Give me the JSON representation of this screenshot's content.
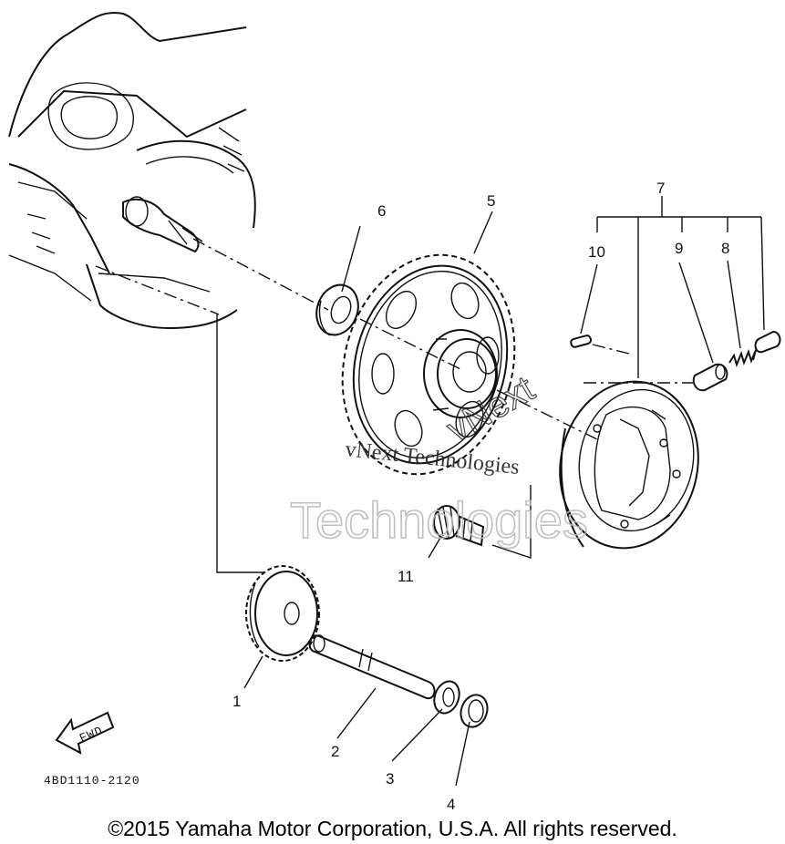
{
  "parts": [
    {
      "id": "1"
    },
    {
      "id": "2"
    },
    {
      "id": "3"
    },
    {
      "id": "4"
    },
    {
      "id": "5"
    },
    {
      "id": "6"
    },
    {
      "id": "7"
    },
    {
      "id": "8"
    },
    {
      "id": "9"
    },
    {
      "id": "10"
    },
    {
      "id": "11"
    }
  ],
  "labels": {
    "p1": "1",
    "p2": "2",
    "p3": "3",
    "p4": "4",
    "p5": "5",
    "p6": "6",
    "p7": "7",
    "p8": "8",
    "p9": "9",
    "p10": "10",
    "p11": "11"
  },
  "fwd_label": "FWD",
  "diagram_code": "4BD1110-2120",
  "watermark": {
    "main": "Technologies",
    "line": "vNext Technologies",
    "rotated": "vNext"
  },
  "copyright": "©2015 Yamaha Motor Corporation, U.S.A. All rights reserved."
}
